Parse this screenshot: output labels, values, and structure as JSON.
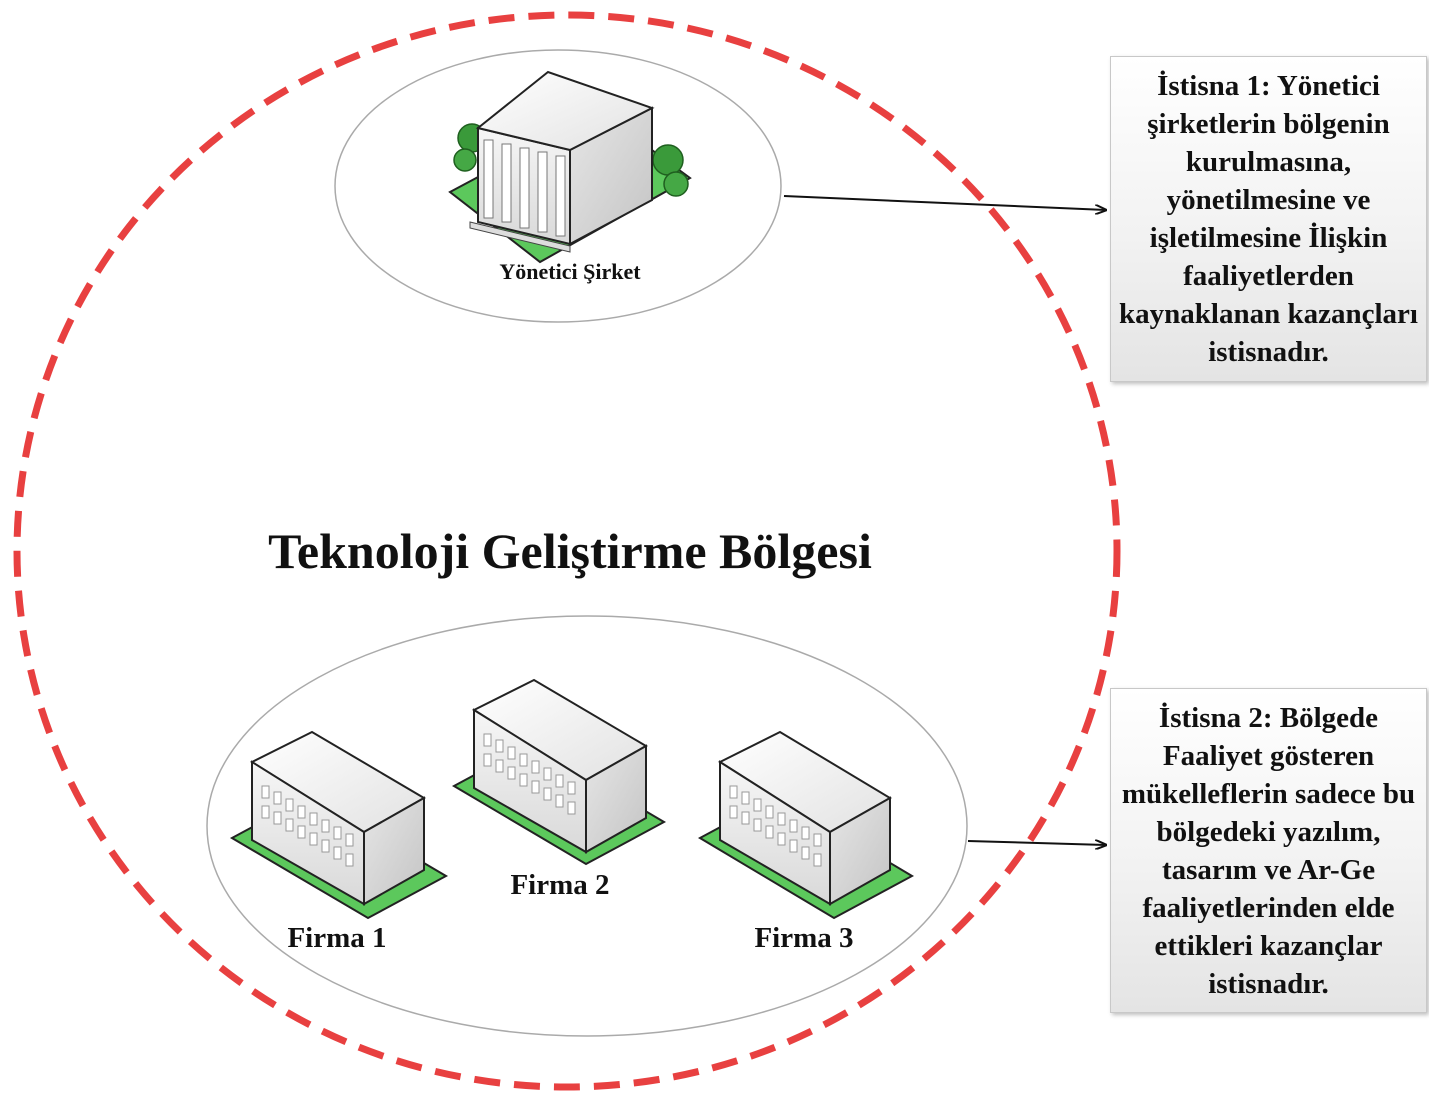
{
  "zone": {
    "title": "Teknoloji Geliştirme Bölgesi",
    "border_color": "#e84040"
  },
  "managing_company": {
    "label": "Yönetici Şirket",
    "icon": "government-building-icon"
  },
  "firms": [
    {
      "label": "Firma 1",
      "icon": "office-building-icon"
    },
    {
      "label": "Firma 2",
      "icon": "office-building-icon"
    },
    {
      "label": "Firma 3",
      "icon": "office-building-icon"
    }
  ],
  "exceptions": [
    {
      "text": "İstisna 1: Yönetici şirketlerin bölgenin kurulmasına, yönetilmesine ve işletilmesine İlişkin faaliyetlerden kaynaklanan kazançları istisnadır."
    },
    {
      "text": "İstisna 2: Bölgede Faaliyet gösteren mükelleflerin sadece bu bölgedeki yazılım, tasarım ve Ar-Ge faaliyetlerinden elde ettikleri kazançlar istisnadır."
    }
  ],
  "colors": {
    "ground_green": "#5cc85c",
    "building_light": "#f4f4f4",
    "building_shadow": "#d6d6d6",
    "tree_green": "#3a9a3a"
  }
}
